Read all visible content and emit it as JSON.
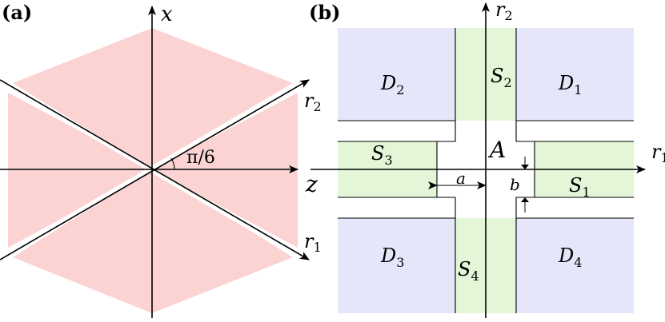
{
  "panel_a": {
    "label": "(a)",
    "axis_x": "x",
    "axis_z": "z",
    "axis_r1": "r",
    "axis_r1_sub": "1",
    "axis_r2": "r",
    "axis_r2_sub": "2",
    "angle_label": "π/6",
    "hexagon_color": "#fbd3d3"
  },
  "panel_b": {
    "label": "(b)",
    "axis_r1": "r",
    "axis_r1_sub": "1",
    "axis_r2": "r",
    "axis_r2_sub": "2",
    "center_label": "A",
    "width_a": "a",
    "width_b": "b",
    "domains": [
      {
        "name": "D",
        "sub": "1"
      },
      {
        "name": "D",
        "sub": "2"
      },
      {
        "name": "D",
        "sub": "3"
      },
      {
        "name": "D",
        "sub": "4"
      }
    ],
    "strips": [
      {
        "name": "S",
        "sub": "1"
      },
      {
        "name": "S",
        "sub": "2"
      },
      {
        "name": "S",
        "sub": "3"
      },
      {
        "name": "S",
        "sub": "4"
      }
    ],
    "domain_color": "#e6e6fa",
    "strip_color": "#e3f6d8"
  }
}
